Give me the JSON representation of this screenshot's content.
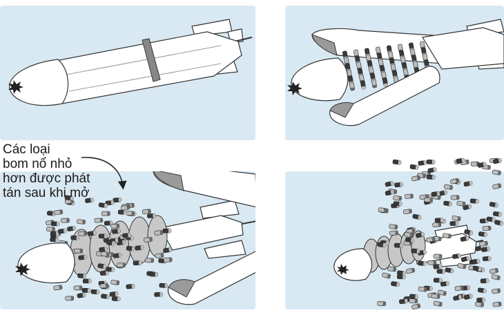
{
  "caption": {
    "lines": [
      "Các loại",
      "bom nổ nhỏ",
      "hơn được phát",
      "tán sau khi mở"
    ]
  },
  "panels": [
    {
      "id": "stage-1",
      "state": "closed-casing"
    },
    {
      "id": "stage-2",
      "state": "casing-opening"
    },
    {
      "id": "stage-3",
      "state": "bomblets-dispersing"
    },
    {
      "id": "stage-4",
      "state": "bomblets-scattered"
    }
  ],
  "colors": {
    "panel_bg": "#d9e9f3",
    "outline": "#333333",
    "body_fill": "#ffffff",
    "band": "#888888",
    "bomblet_dark": "#3a3a3a",
    "bomblet_light": "#bdbdbd"
  }
}
